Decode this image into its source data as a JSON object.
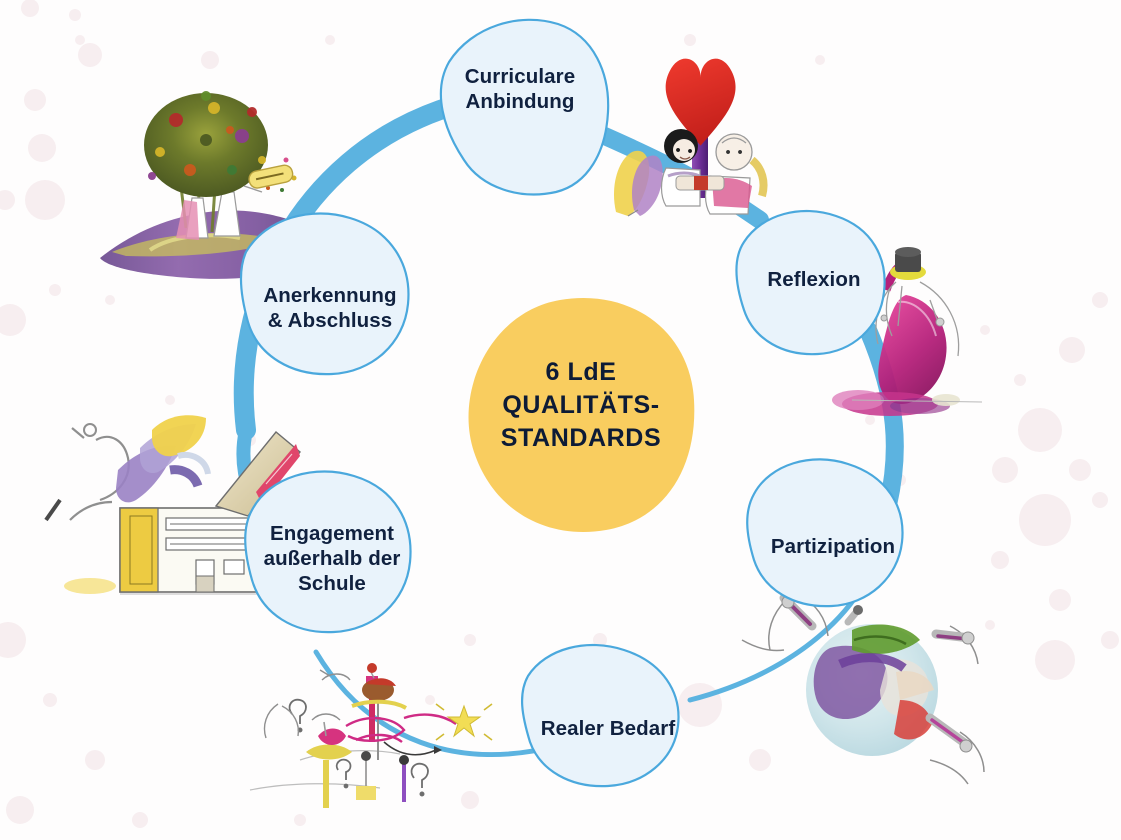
{
  "diagram": {
    "title": "6 LdE Qualitätsstandards",
    "center": {
      "label": "6 LdE\nQUALITÄTS-\nSTANDARDS",
      "fill": "#f9cd5f",
      "text_color": "#0d1b36"
    },
    "colors": {
      "background": "#fefdfd",
      "bubble_fill": "#e9f3fb",
      "bubble_stroke": "#4aa8dd",
      "arc": "#5cb3e0",
      "label_text": "#10213f",
      "dot": "#f6eef0"
    },
    "nodes": [
      {
        "id": "curriculare-anbindung",
        "label": "Curriculare\nAnbindung",
        "order": 1
      },
      {
        "id": "reflexion",
        "label": "Reflexion",
        "order": 2
      },
      {
        "id": "partizipation",
        "label": "Partizipation",
        "order": 3
      },
      {
        "id": "realer-bedarf",
        "label": "Realer Bedarf",
        "order": 4
      },
      {
        "id": "engagement-ausserhalb-der-schule",
        "label": "Engagement\naußerhalb der\nSchule",
        "order": 5
      },
      {
        "id": "anerkennung-abschluss",
        "label": "Anerkennung\n& Abschluss",
        "order": 6
      }
    ],
    "illustrations": [
      {
        "id": "heart-couple-illustration",
        "description": "two figures holding a red heart on a purple pole"
      },
      {
        "id": "hat-figure-illustration",
        "description": "figure with dark hat and magenta robe"
      },
      {
        "id": "globe-figures-illustration",
        "description": "watercolour globe surrounded by sketched figures"
      },
      {
        "id": "question-marks-illustration",
        "description": "sketched figures with question marks and a yellow star"
      },
      {
        "id": "school-building-illustration",
        "description": "person striding over a yellow school building with an open book"
      },
      {
        "id": "flower-tree-illustration",
        "description": "figures under a blossoming tree on a purple hill"
      }
    ]
  }
}
